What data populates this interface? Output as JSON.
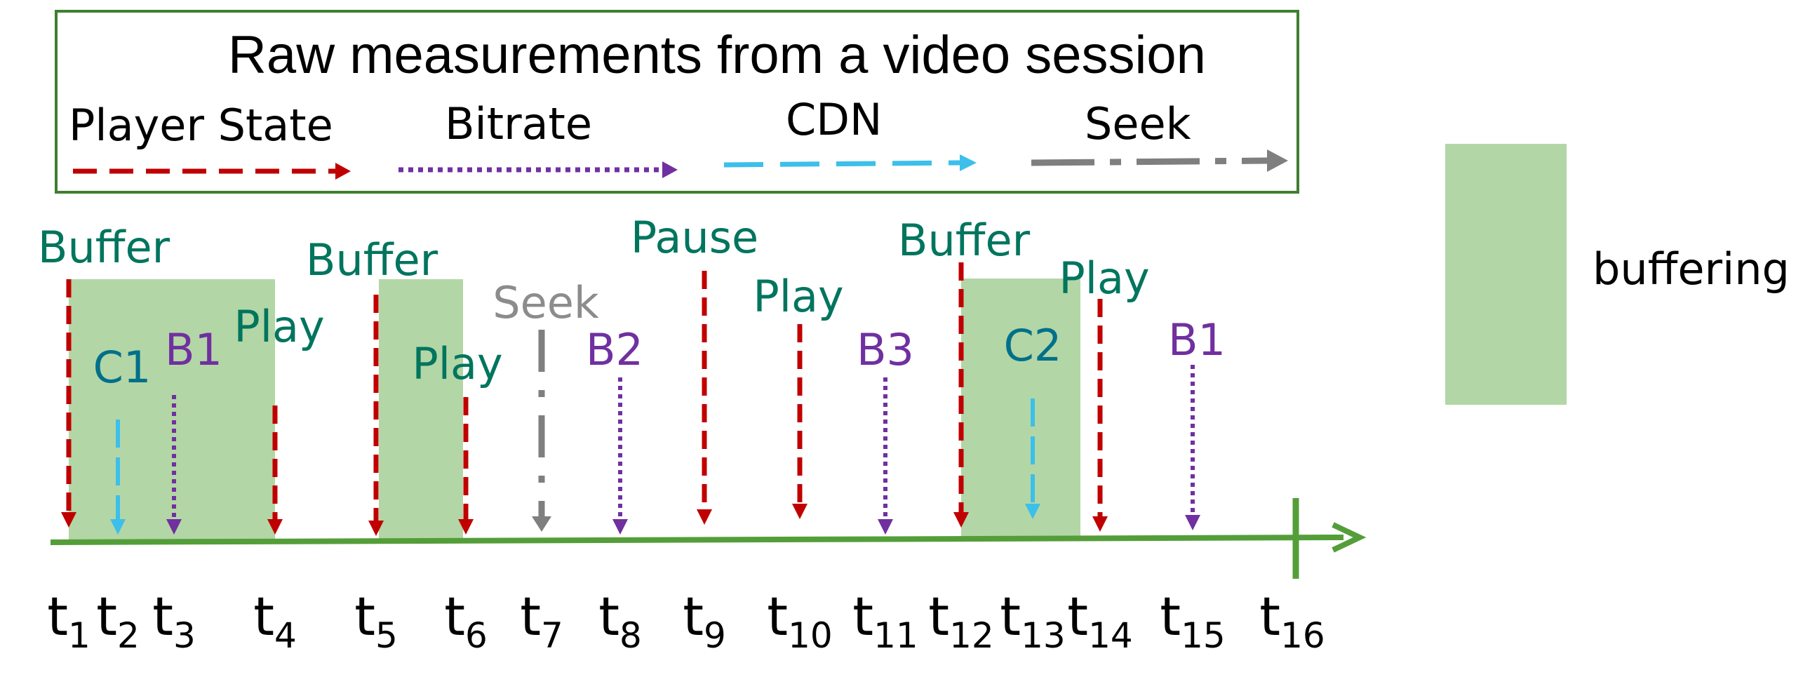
{
  "legend": {
    "title": "Raw measurements from a video session",
    "items": [
      {
        "label": "Player State",
        "style": "dashed",
        "color": "#c00000",
        "icon": "dashed-arrow-icon"
      },
      {
        "label": "Bitrate",
        "style": "dotted",
        "color": "#7030a0",
        "icon": "dotted-arrow-icon"
      },
      {
        "label": "CDN",
        "style": "long-dash",
        "color": "#3cbfea",
        "icon": "long-dash-arrow-icon"
      },
      {
        "label": "Seek",
        "style": "dash-dot",
        "color": "#7f7f7f",
        "icon": "dash-dot-arrow-icon"
      }
    ]
  },
  "side_legend": {
    "label": "buffering",
    "color": "#b3d6a6"
  },
  "timeline": {
    "ticks": [
      {
        "base": "t",
        "sub": "1"
      },
      {
        "base": "t",
        "sub": "2"
      },
      {
        "base": "t",
        "sub": "3"
      },
      {
        "base": "t",
        "sub": "4"
      },
      {
        "base": "t",
        "sub": "5"
      },
      {
        "base": "t",
        "sub": "6"
      },
      {
        "base": "t",
        "sub": "7"
      },
      {
        "base": "t",
        "sub": "8"
      },
      {
        "base": "t",
        "sub": "9"
      },
      {
        "base": "t",
        "sub": "10"
      },
      {
        "base": "t",
        "sub": "11"
      },
      {
        "base": "t",
        "sub": "12"
      },
      {
        "base": "t",
        "sub": "13"
      },
      {
        "base": "t",
        "sub": "14"
      },
      {
        "base": "t",
        "sub": "15"
      },
      {
        "base": "t",
        "sub": "16"
      }
    ],
    "axis_color": "#549e39",
    "buffering_periods": [
      {
        "from_tick": 1,
        "to_tick": 4
      },
      {
        "from_tick": 5,
        "to_tick": 6
      },
      {
        "from_tick": 12,
        "to_tick": 14
      }
    ],
    "events": [
      {
        "tick": 1,
        "type": "Player State",
        "label": "Buffer"
      },
      {
        "tick": 2,
        "type": "CDN",
        "label": "C1"
      },
      {
        "tick": 3,
        "type": "Bitrate",
        "label": "B1"
      },
      {
        "tick": 4,
        "type": "Player State",
        "label": "Play"
      },
      {
        "tick": 5,
        "type": "Player State",
        "label": "Buffer"
      },
      {
        "tick": 6,
        "type": "Player State",
        "label": "Play"
      },
      {
        "tick": 7,
        "type": "Seek",
        "label": "Seek"
      },
      {
        "tick": 8,
        "type": "Bitrate",
        "label": "B2"
      },
      {
        "tick": 9,
        "type": "Player State",
        "label": "Pause"
      },
      {
        "tick": 10,
        "type": "Player State",
        "label": "Play"
      },
      {
        "tick": 11,
        "type": "Bitrate",
        "label": "B3"
      },
      {
        "tick": 12,
        "type": "Player State",
        "label": "Buffer"
      },
      {
        "tick": 13,
        "type": "CDN",
        "label": "C2"
      },
      {
        "tick": 14,
        "type": "Player State",
        "label": "Play"
      },
      {
        "tick": 15,
        "type": "Bitrate",
        "label": "B1"
      }
    ]
  },
  "colors": {
    "player_state_label": "#00755e",
    "cdn_label": "#00708a",
    "bitrate_label": "#7030a0",
    "seek_label": "#8c8c8c",
    "legend_border": "#3f7f2f"
  }
}
